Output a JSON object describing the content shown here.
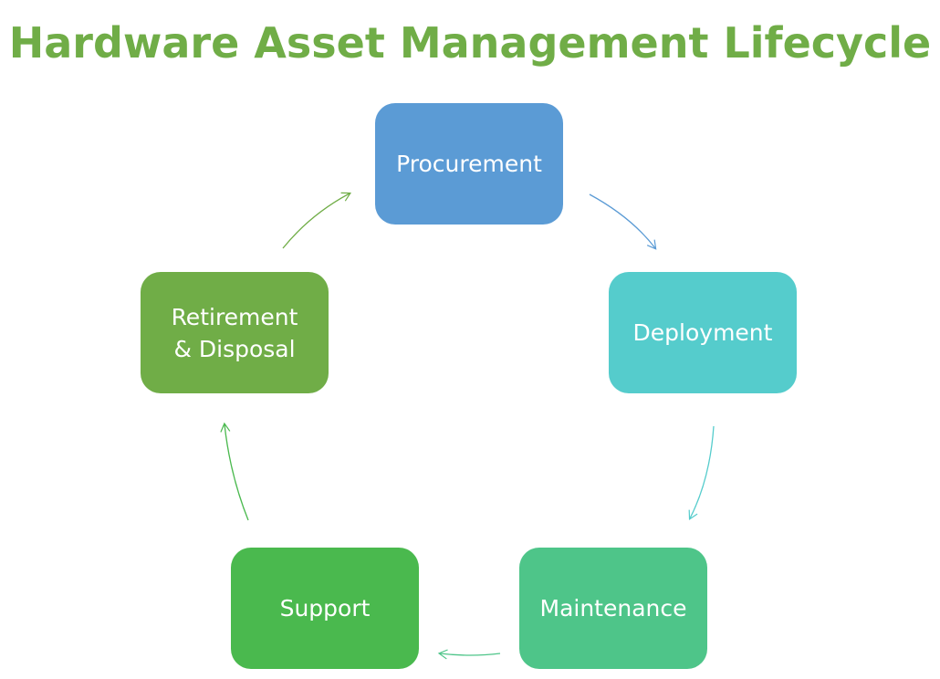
{
  "title": "Hardware Asset Management Lifecycle",
  "colors": {
    "title": "#70ad47",
    "procurement": "#5b9bd5",
    "deployment": "#55cccc",
    "maintenance": "#4ec589",
    "support": "#4ab94e",
    "retirement": "#70ad47"
  },
  "stages": [
    {
      "id": "procurement",
      "label": "Procurement"
    },
    {
      "id": "deployment",
      "label": "Deployment"
    },
    {
      "id": "maintenance",
      "label": "Maintenance"
    },
    {
      "id": "support",
      "label": "Support"
    },
    {
      "id": "retirement",
      "label": "Retirement\n& Disposal"
    }
  ],
  "connections": [
    {
      "from": "procurement",
      "to": "deployment"
    },
    {
      "from": "deployment",
      "to": "maintenance"
    },
    {
      "from": "maintenance",
      "to": "support"
    },
    {
      "from": "support",
      "to": "retirement"
    },
    {
      "from": "retirement",
      "to": "procurement"
    }
  ]
}
